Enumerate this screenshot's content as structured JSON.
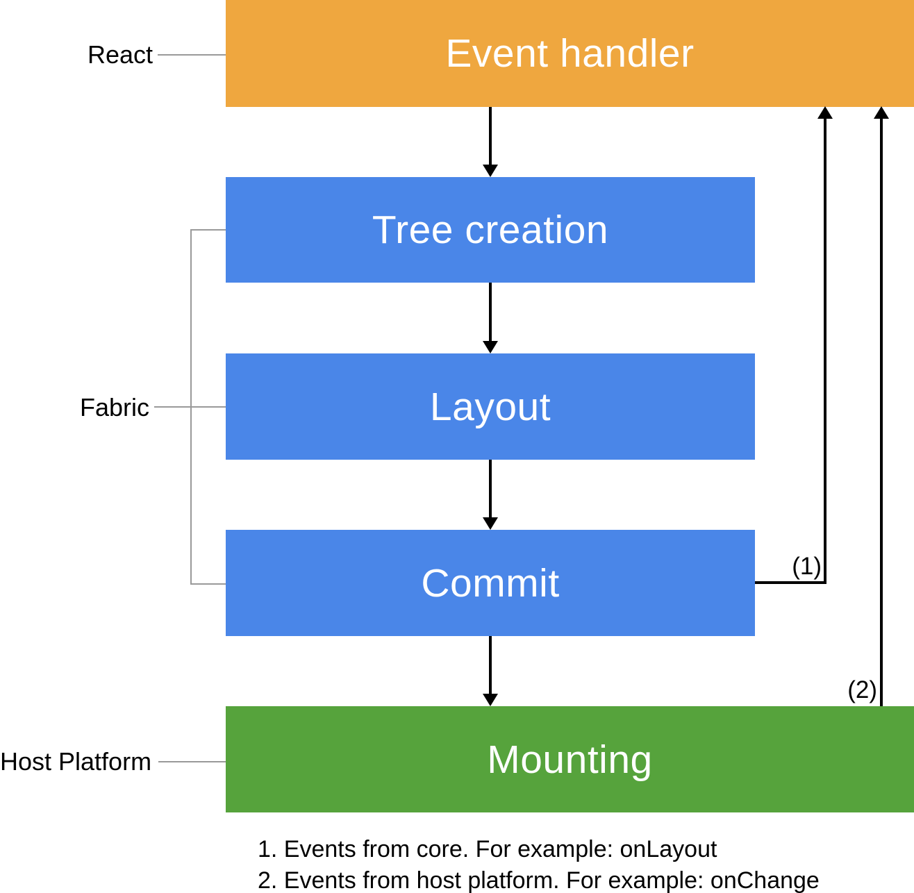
{
  "diagram": {
    "title_implied": "React Native Fabric render pipeline",
    "boxes": {
      "event_handler": {
        "label": "Event handler",
        "color": "#EFA73F",
        "text_color": "#ffffff"
      },
      "tree_creation": {
        "label": "Tree creation",
        "color": "#4A86E8",
        "text_color": "#ffffff"
      },
      "layout": {
        "label": "Layout",
        "color": "#4A86E8",
        "text_color": "#ffffff"
      },
      "commit": {
        "label": "Commit",
        "color": "#4A86E8",
        "text_color": "#ffffff"
      },
      "mounting": {
        "label": "Mounting",
        "color": "#56A33C",
        "text_color": "#ffffff"
      }
    },
    "side_labels": {
      "react": "React",
      "fabric": "Fabric",
      "host_platform": "Host Platform"
    },
    "edge_labels": {
      "one": "(1)",
      "two": "(2)"
    },
    "notes": [
      "1. Events from core. For example: onLayout",
      "2. Events from host platform. For example: onChange"
    ],
    "colors": {
      "arrow": "#000000",
      "connector_line": "#999999",
      "background": "#ffffff",
      "note_text": "#000000"
    }
  }
}
